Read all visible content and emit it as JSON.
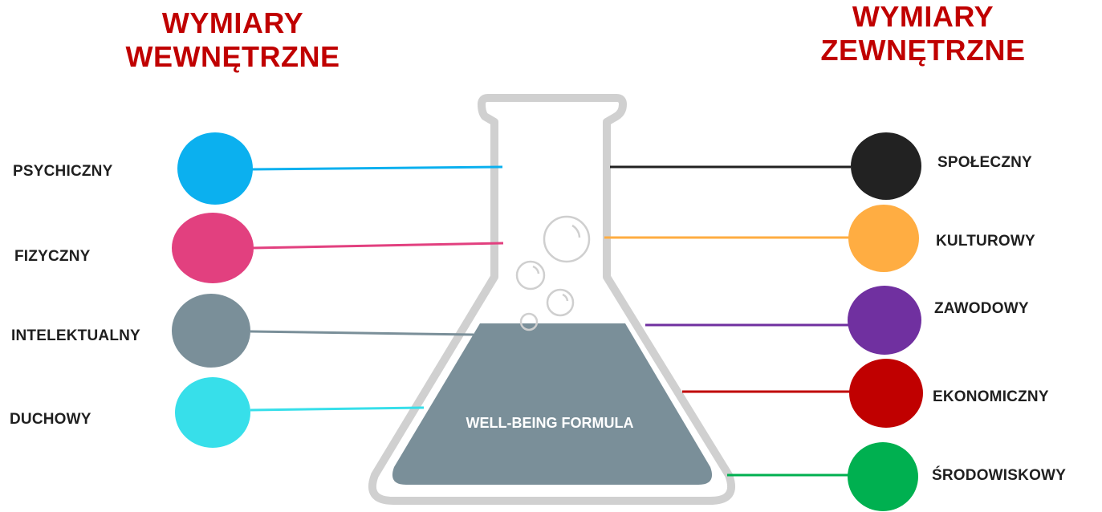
{
  "headings": {
    "internal": "WYMIARY WEWNĘTRZNE",
    "external": "WYMIARY ZEWNĘTRZNE"
  },
  "flask": {
    "label": "WELL-BEING FORMULA",
    "liquid_color": "#7a8f99",
    "glass_color": "#cfcfcf"
  },
  "internal_dimensions": [
    {
      "label": "PSYCHICZNY",
      "color": "#0bb0ef"
    },
    {
      "label": "FIZYCZNY",
      "color": "#e2407f"
    },
    {
      "label": "INTELEKTUALNY",
      "color": "#7a8f99"
    },
    {
      "label": "DUCHOWY",
      "color": "#37dfea"
    }
  ],
  "external_dimensions": [
    {
      "label": "SPOŁECZNY",
      "color": "#222222"
    },
    {
      "label": "KULTUROWY",
      "color": "#ffad42"
    },
    {
      "label": "ZAWODOWY",
      "color": "#7030a0"
    },
    {
      "label": "EKONOMICZNY",
      "color": "#c00000"
    },
    {
      "label": "ŚRODOWISKOWY",
      "color": "#00b050"
    }
  ]
}
